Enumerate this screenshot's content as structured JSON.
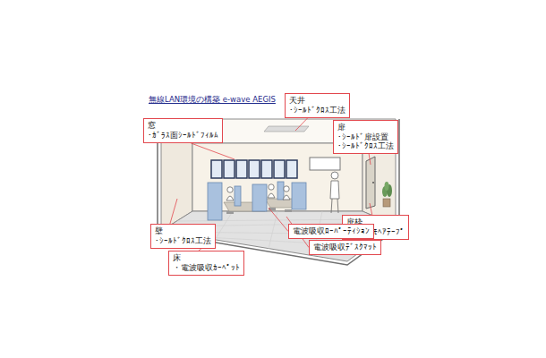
{
  "diagram": {
    "title": "無線LAN環境の構築 e-wave AEGIS",
    "nodes": [
      {
        "text": [
          "天井",
          "・ｼｰﾙﾄﾞｸﾛｽ工法"
        ]
      },
      {
        "text": [
          "窓",
          "・ｶﾞﾗｽ面ｼｰﾙﾄﾞﾌｨﾙﾑ"
        ]
      },
      {
        "text": [
          "扉",
          "・ｼｰﾙﾄﾞ扉設置",
          "・ｼｰﾙﾄﾞｸﾛｽ工法"
        ]
      },
      {
        "text": [
          "扉枠",
          "・ｼｰﾙﾄﾞﾓﾍｱﾃｰﾌﾟ"
        ]
      },
      {
        "text": [
          "電波吸収ﾛｰﾊﾟｰﾃｨｼｮﾝ"
        ]
      },
      {
        "text": [
          "電波吸収ﾃﾞｽｸﾏｯﾄ"
        ]
      },
      {
        "text": [
          "壁",
          "・ｼｰﾙﾄﾞｸﾛｽ工法"
        ]
      },
      {
        "text": [
          "床",
          "・電波吸収ｶｰﾍﾟｯﾄ"
        ]
      }
    ]
  }
}
